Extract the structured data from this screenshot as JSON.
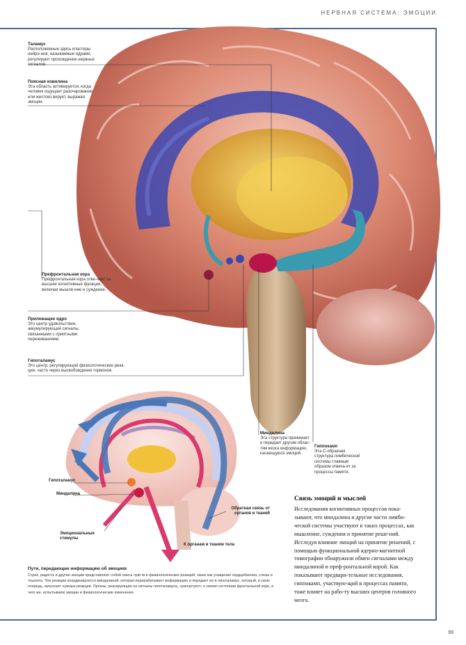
{
  "header": {
    "section": "НЕРВНАЯ СИСТЕМА: ЭМОЦИИ"
  },
  "labels": {
    "thalamus": {
      "title": "Таламус",
      "text": "Расположенные здесь кластеры нейро-нов, называемые ядрами, регулируют прохождение нервных сигналов."
    },
    "cingulate": {
      "title": "Поясная извилина",
      "text": "Эта область активируется, когда человек ощущает разочарование или жестоко вирует, выражая эмоции."
    },
    "prefrontal": {
      "title": "Префронтальная кора",
      "text": "Префронтальная кора отве-чает за высшие когнитивные функции, включая мышле-ние и суждение."
    },
    "accumbens": {
      "title": "Прилежащее ядро",
      "text": "Это центр удовольствия, аккумулирующий сигналы, связанными с приятными переживаниями."
    },
    "hypothalamus": {
      "title": "Гипоталамус",
      "text": "Это центр, регулирующий физиологические реак-ции, часто через высвобождение гормонов."
    },
    "amygdala": {
      "title": "Миндалина",
      "text": "Эта структура принимает и передает другим облас-тям мозга информацию, касающуюся эмоций."
    },
    "hippocampus": {
      "title": "Гиппокамп",
      "text": "Эта С-образная структура лимбической системы главным образом отвеча-ет за процессы памяти."
    }
  },
  "diagram": {
    "hypothalamus": "Гипоталамус",
    "amygdala": "Миндалина",
    "stimuli": "Эмоциональные стимулы",
    "feedback": "Обратная связь от органов и тканей",
    "to_organs": "К органам и тканям тела"
  },
  "pathways": {
    "title": "Пути, передающие информацию об эмоциях",
    "text": "Страх, радость и другие эмоции представляют собой смесь чувств и физиологических реакций, таких как учащение сердцебиения, слезы и тошнота. Эти реакции координируются миндалиной, которая перерабатывает информацию и передает ее в гипоталамус, который, в свою очередь, запускает нужные реакции. Органы, реагирующие на сигналы гипоталамуса, «рапортуют» о своем состоянии фронтальной коре, и чего же, испытываем эмоции и физиологические изменения."
  },
  "sidebar": {
    "title": "Связь эмоций и мыслей",
    "text": "Исследования когнитивных процессов пока-зывают, что миндалина и другие части лимби-ческой системы участвуют в таких процессах, как мышление, суждения и принятие реше-ний. Исследуя влияние эмоций на принятие решений, с помощью функциональной ядерно-магнитной томографии обнаружили обмен сигналами между миндалиной и преф-ронтальной корой. Как показывают предвари-тельные исследования, гиппокамп, участвую-щий в процессах памяти, тоже влияет на рабо-ту высших центров головного мозга."
  },
  "page_number": "99",
  "colors": {
    "frame": "#4a6b8f",
    "cortex": "#d9806b",
    "limbic": "#3b47b0",
    "thalamus": "#e8b23c",
    "amygdala": "#b8154a",
    "hippocampus": "#3a9bb0"
  }
}
